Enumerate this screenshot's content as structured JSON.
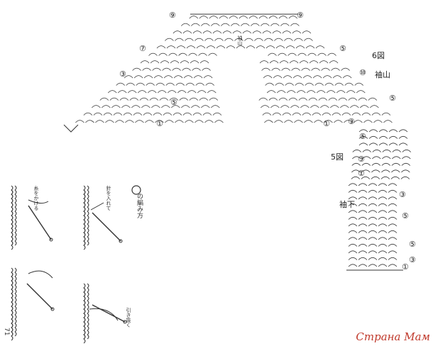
{
  "labels": {
    "fig6": "6図",
    "sleeve_cap": "袖山",
    "fig5": "5図",
    "sleeve_under": "袖下",
    "center": "袖山",
    "page": "71"
  },
  "technique": {
    "title": "の編み方",
    "step1": "糸をかける",
    "step2": "針を入れて",
    "step3": "引き抜く"
  },
  "watermark": {
    "text": "Страна Мам",
    "color": "#c0392b"
  },
  "row_marks": {
    "left": [
      "⑨",
      "⑨",
      "⑦",
      "⑤",
      "③",
      "①"
    ],
    "right": [
      "⑤",
      "⑩",
      "⑤",
      "③",
      "①"
    ],
    "fig5": [
      "⑤",
      "③",
      "①",
      "③",
      "⑤",
      "⑤",
      "③",
      "①"
    ]
  }
}
